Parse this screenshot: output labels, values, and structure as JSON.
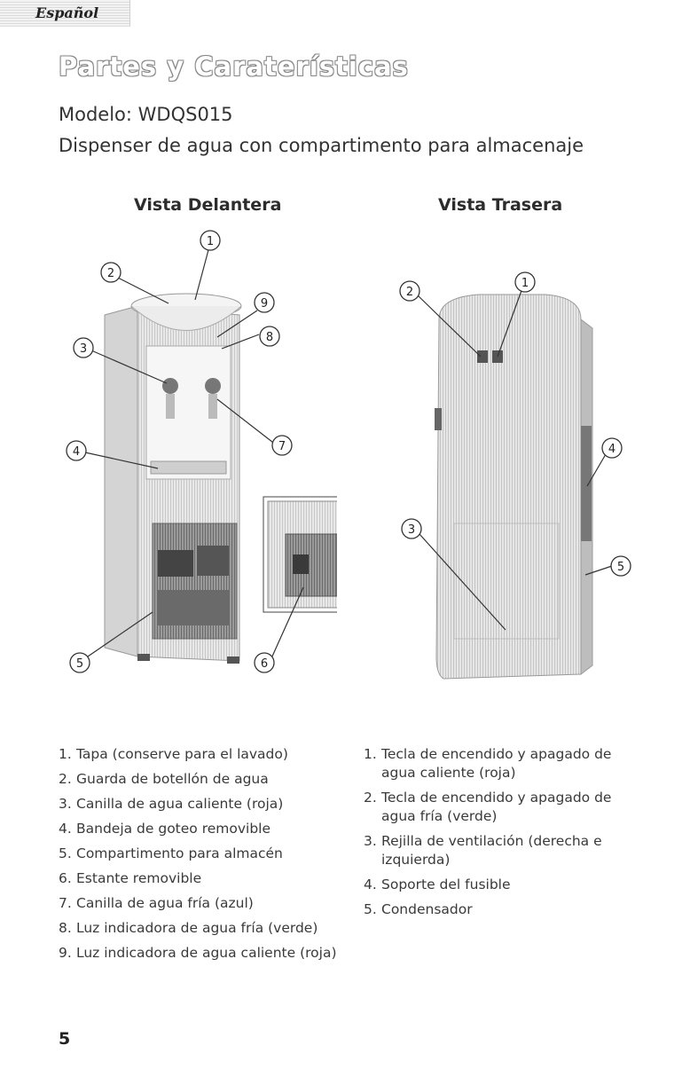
{
  "header": {
    "language_tab": "Español"
  },
  "title": "Partes y Caraterísticas",
  "model": "Modelo: WDQS015",
  "subtitle": "Dispenser de agua con compartimento para almacenaje",
  "front_view": {
    "label": "Vista Delantera",
    "callouts": [
      "1",
      "2",
      "3",
      "4",
      "5",
      "6",
      "7",
      "8",
      "9"
    ],
    "parts": [
      {
        "num": "1.",
        "text": "Tapa (conserve para el lavado)"
      },
      {
        "num": "2.",
        "text": "Guarda de botellón de agua"
      },
      {
        "num": "3.",
        "text": "Canilla de agua caliente (roja)"
      },
      {
        "num": "4.",
        "text": "Bandeja de goteo removible"
      },
      {
        "num": "5.",
        "text": "Compartimento para almacén"
      },
      {
        "num": "6.",
        "text": "Estante removible"
      },
      {
        "num": "7.",
        "text": "Canilla de agua fría (azul)"
      },
      {
        "num": "8.",
        "text": "Luz indicadora de agua fría (verde)"
      },
      {
        "num": "9.",
        "text": "Luz indicadora de agua caliente (roja)"
      }
    ]
  },
  "rear_view": {
    "label": "Vista Trasera",
    "callouts": [
      "1",
      "2",
      "3",
      "4",
      "5"
    ],
    "parts": [
      {
        "num": "1.",
        "text": "Tecla de encendido y apagado de agua caliente (roja)"
      },
      {
        "num": "2.",
        "text": "Tecla de encendido y apagado de agua fría (verde)"
      },
      {
        "num": "3.",
        "text": "Rejilla de ventilación (derecha e izquierda)"
      },
      {
        "num": "4.",
        "text": "Soporte del fusible"
      },
      {
        "num": "5.",
        "text": "Condensador"
      }
    ]
  },
  "page_number": "5",
  "colors": {
    "title_outline": "#888888",
    "text": "#3a3a3a",
    "tab_bg": "#e6e6e6"
  }
}
